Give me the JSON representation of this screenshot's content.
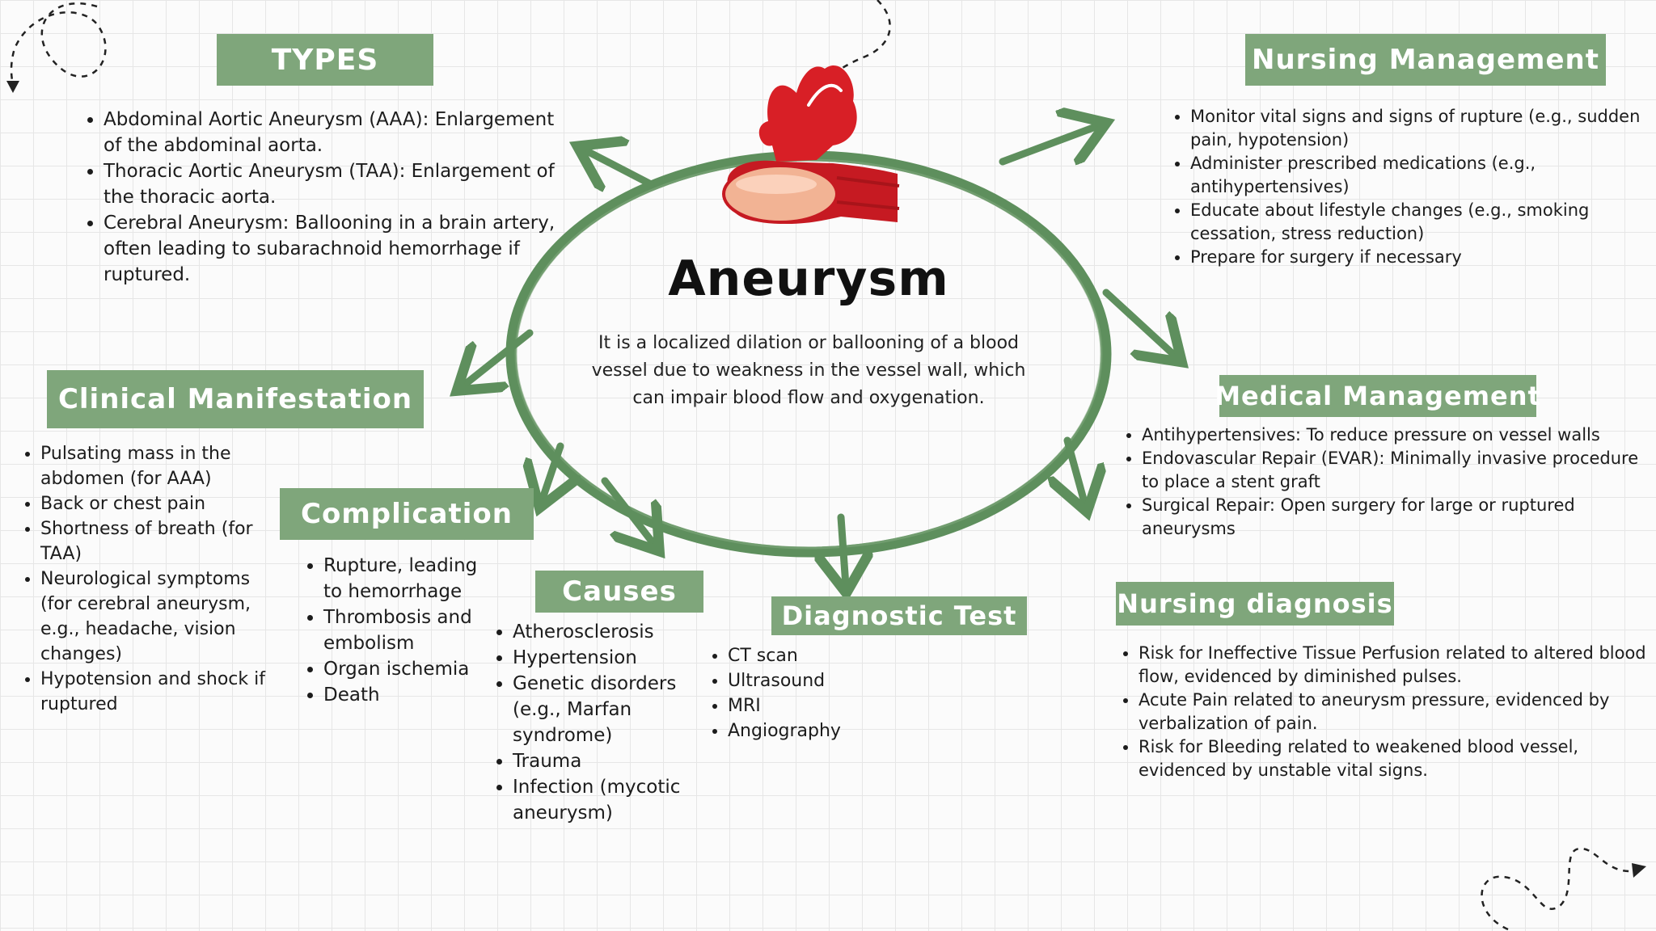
{
  "center": {
    "title": "Aneurysm",
    "definition": "It is a localized dilation or ballooning of a blood vessel due to weakness in the vessel wall, which can impair blood flow and oxygenation."
  },
  "colors": {
    "header_bg": "#7fa67b",
    "ring": "#5e8f5d",
    "vessel": "#d81f26"
  },
  "sections": {
    "types": {
      "title": "TYPES",
      "items": [
        "Abdominal Aortic Aneurysm (AAA): Enlargement of the abdominal aorta.",
        "Thoracic Aortic Aneurysm (TAA): Enlargement of the thoracic aorta.",
        "Cerebral Aneurysm: Ballooning in a brain artery, often leading to subarachnoid hemorrhage if ruptured."
      ]
    },
    "nursing_management": {
      "title": "Nursing Management",
      "items": [
        "Monitor vital signs and signs of rupture (e.g., sudden pain, hypotension)",
        "Administer prescribed medications (e.g., antihypertensives)",
        "Educate about lifestyle changes (e.g., smoking cessation, stress reduction)",
        "Prepare for surgery if necessary"
      ]
    },
    "clinical_manifestation": {
      "title": "Clinical Manifestation",
      "items": [
        "Pulsating mass in the abdomen (for AAA)",
        "Back or chest pain",
        "Shortness of breath (for TAA)",
        "Neurological symptoms (for cerebral aneurysm, e.g., headache, vision changes)",
        "Hypotension and shock if ruptured"
      ]
    },
    "medical_management": {
      "title": "Medical Management",
      "items": [
        "Antihypertensives: To reduce pressure on vessel walls",
        "Endovascular Repair (EVAR): Minimally invasive procedure to place a stent graft",
        "Surgical Repair: Open surgery for large or ruptured aneurysms"
      ]
    },
    "complication": {
      "title": "Complication",
      "items": [
        "Rupture, leading to hemorrhage",
        "Thrombosis and embolism",
        "Organ ischemia",
        "Death"
      ]
    },
    "causes": {
      "title": "Causes",
      "items": [
        "Atherosclerosis",
        "Hypertension",
        "Genetic disorders (e.g., Marfan syndrome)",
        "Trauma",
        "Infection (mycotic aneurysm)"
      ]
    },
    "diagnostic_test": {
      "title": "Diagnostic Test",
      "items": [
        "CT scan",
        "Ultrasound",
        "MRI",
        "Angiography"
      ]
    },
    "nursing_diagnosis": {
      "title": "Nursing diagnosis",
      "items": [
        "Risk for Ineffective Tissue Perfusion related to altered blood flow, evidenced by diminished pulses.",
        "Acute Pain related to aneurysm pressure, evidenced by verbalization of pain.",
        "Risk for Bleeding related to weakened blood vessel, evidenced by unstable vital signs."
      ]
    }
  }
}
